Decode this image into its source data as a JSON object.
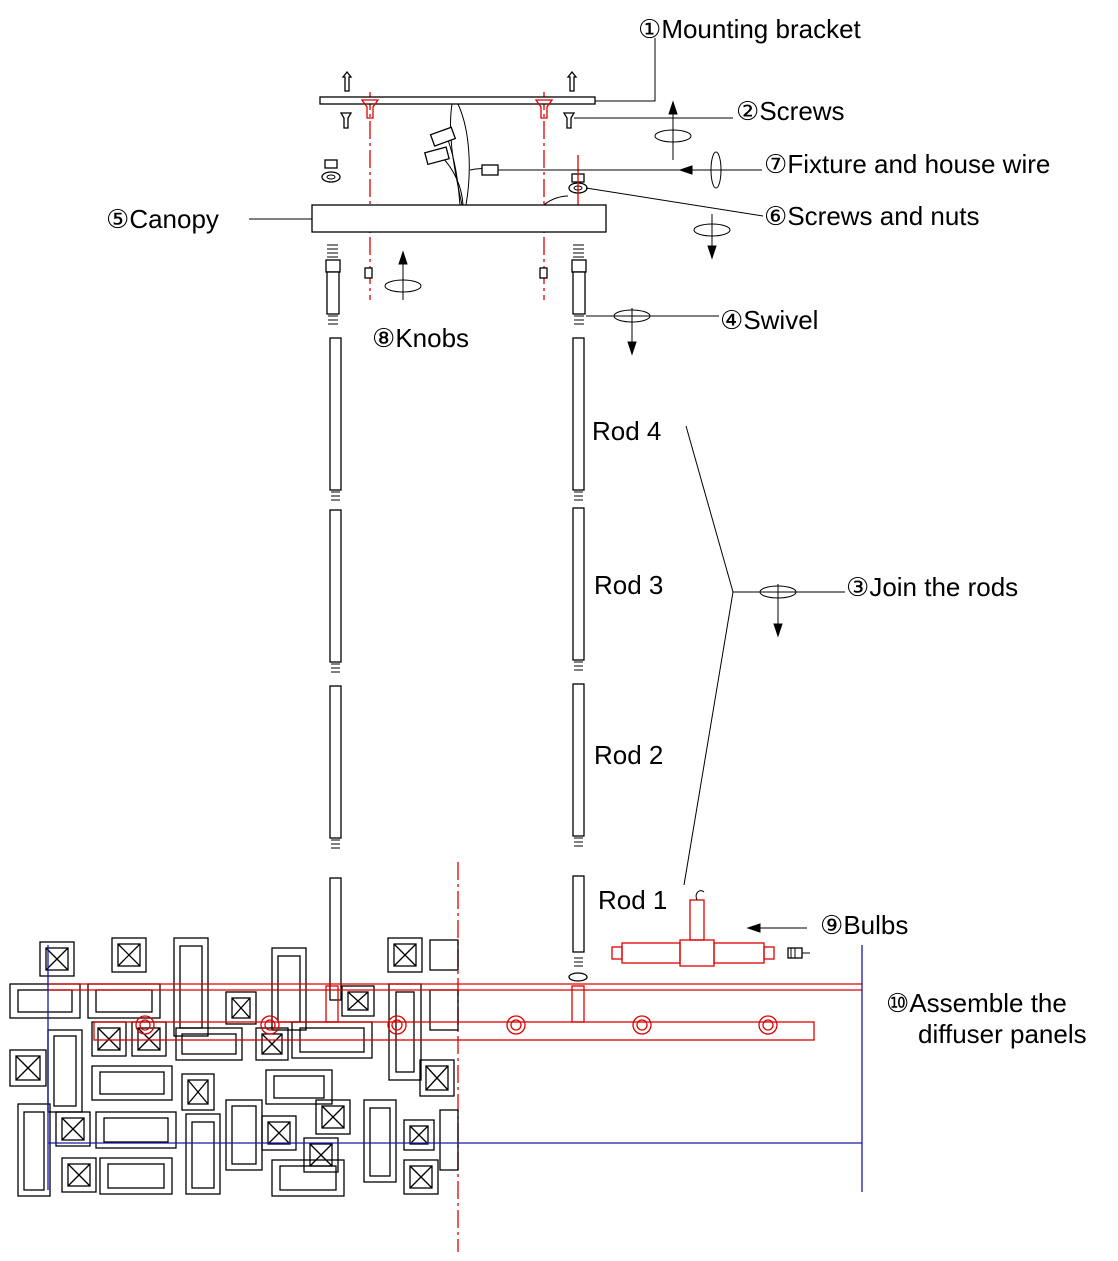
{
  "labels": {
    "mounting_bracket": {
      "num": "①",
      "text": "Mounting bracket"
    },
    "screws": {
      "num": "②",
      "text": "Screws"
    },
    "join_rods": {
      "num": "③",
      "text": "Join the rods"
    },
    "swivel": {
      "num": "④",
      "text": "Swivel"
    },
    "canopy": {
      "num": "⑤",
      "text": "Canopy"
    },
    "screws_nuts": {
      "num": "⑥",
      "text": "Screws and nuts"
    },
    "fixture_wire": {
      "num": "⑦",
      "text": "Fixture and house wire"
    },
    "knobs": {
      "num": "⑧",
      "text": "Knobs"
    },
    "bulbs": {
      "num": "⑨",
      "text": "Bulbs"
    },
    "assemble": {
      "num": "⑩",
      "text1": "Assemble the",
      "text2": "diffuser panels"
    }
  },
  "rods": {
    "rod4": "Rod 4",
    "rod3": "Rod 3",
    "rod2": "Rod 2",
    "rod1": "Rod 1"
  },
  "colors": {
    "line": "#000000",
    "guide_red": "#e00000",
    "guide_blue": "#1a1aa6"
  }
}
